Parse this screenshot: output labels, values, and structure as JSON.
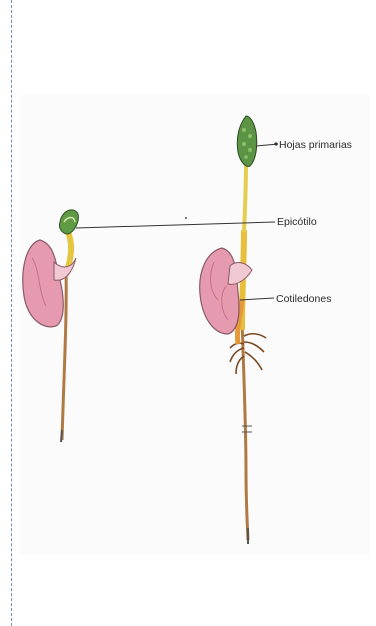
{
  "labels": {
    "primary_leaves": "Hojas primarias",
    "epicotyl": "Epicótilo",
    "cotyledons": "Cotiledones"
  },
  "colors": {
    "margin_guide": "#6f8fb8",
    "leaf_green": "#5f9a45",
    "stem_yellow": "#e3c23a",
    "cotyledon_pink": "#e08aa0",
    "root_brown": "#a07040",
    "leader_line": "#333333"
  }
}
